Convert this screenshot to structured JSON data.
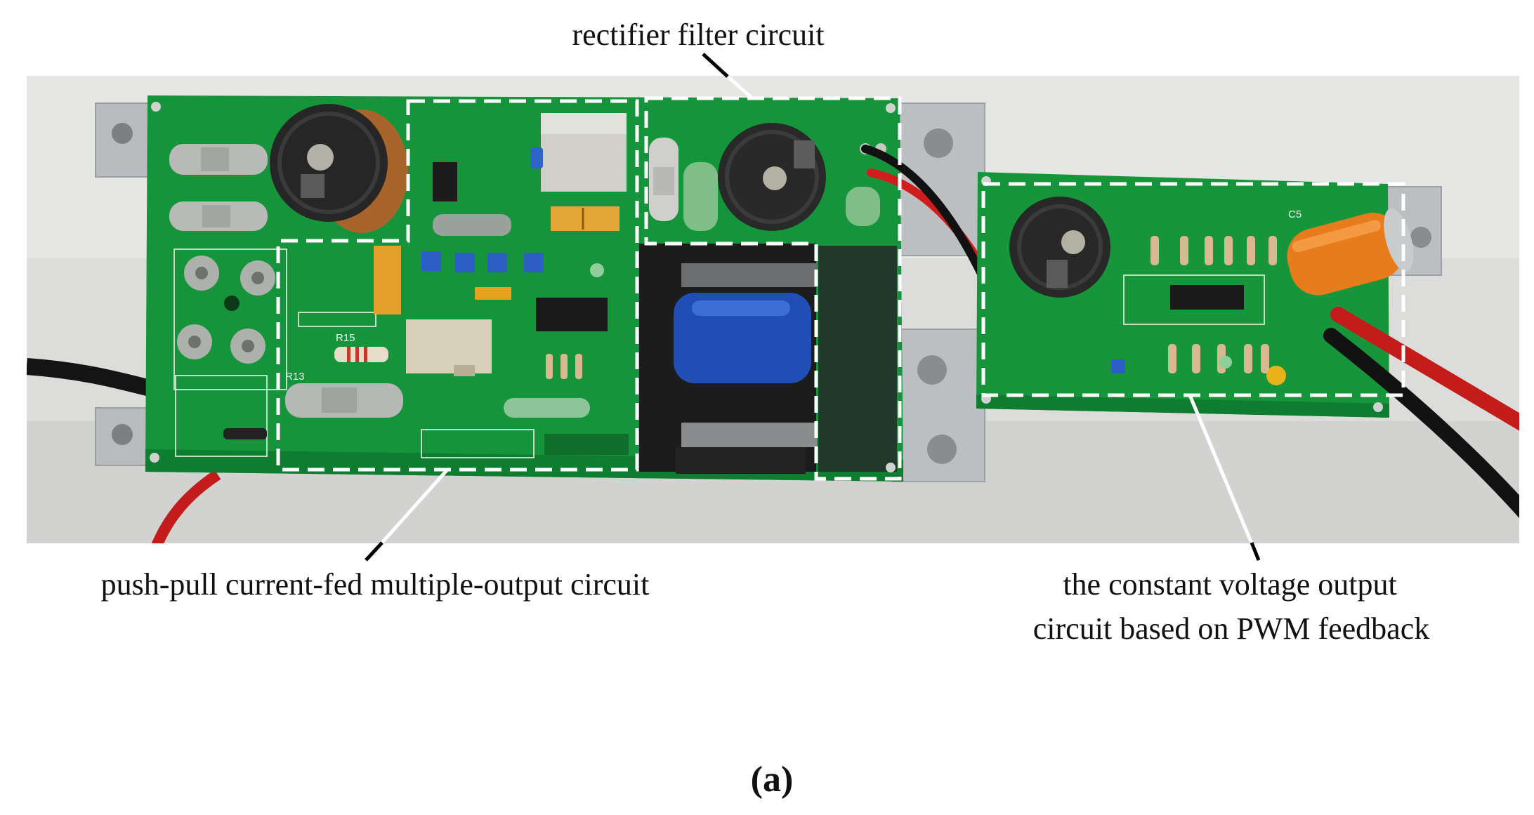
{
  "annotations": {
    "rectifier_label": "rectifier filter circuit",
    "push_pull_label": "push-pull current-fed multiple-output circuit",
    "pwm_label_line1": "the constant voltage output",
    "pwm_label_line2": "circuit based on PWM feedback"
  },
  "figure_label": "(a)",
  "silkscreen": {
    "r15": "R15",
    "r13": "R13",
    "c5": "C5"
  },
  "colors": {
    "pcb_green": "#16943b",
    "region_outline": "#ffffff",
    "leader_line": "#000000",
    "transformer_winding": "#1f4fb5",
    "electrolytic_capacitor": "#e87c1c"
  }
}
